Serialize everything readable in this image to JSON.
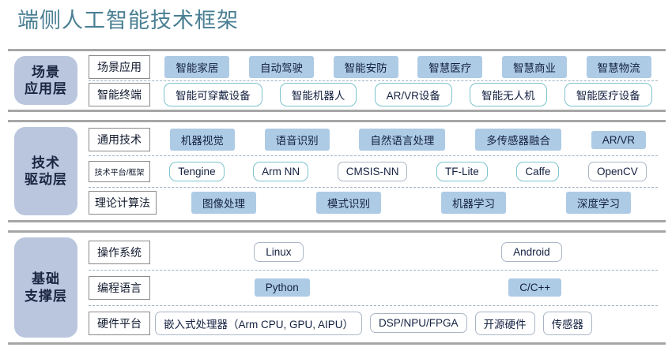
{
  "title": "端侧人工智能技术框架",
  "colors": {
    "title": "#4a7f93",
    "layer_label_bg": "#b9c6de",
    "filled_pill_bg": "#aecbe6",
    "teal_border": "#7cc3cd",
    "gray_border": "#aab6c6",
    "panel_rule": "#a6a6a6"
  },
  "layers": [
    {
      "name": "场景应用层",
      "line1": "场景",
      "line2": "应用层",
      "rows": [
        {
          "label": "场景应用",
          "style": "filled",
          "items": [
            "智能家居",
            "自动驾驶",
            "智能安防",
            "智慧医疗",
            "智慧商业",
            "智慧物流"
          ]
        },
        {
          "label": "智能终端",
          "style": "teal",
          "items": [
            "智能可穿戴设备",
            "智能机器人",
            "AR/VR设备",
            "智能无人机",
            "智能医疗设备"
          ]
        }
      ]
    },
    {
      "name": "技术驱动层",
      "line1": "技术",
      "line2": "驱动层",
      "rows": [
        {
          "label": "通用技术",
          "style": "filled",
          "items": [
            "机器视觉",
            "语音识别",
            "自然语言处理",
            "多传感器融合",
            "AR/VR"
          ]
        },
        {
          "label": "技术平台/框架",
          "style": "mixed",
          "items": [
            "Tengine",
            "Arm NN",
            "CMSIS-NN",
            "TF-Lite",
            "Caffe",
            "OpenCV"
          ],
          "item_styles": [
            "teal",
            "teal",
            "gray",
            "teal",
            "teal",
            "gray"
          ]
        },
        {
          "label": "理论计算法",
          "style": "filled",
          "items": [
            "图像处理",
            "模式识别",
            "机器学习",
            "深度学习"
          ]
        }
      ]
    },
    {
      "name": "基础支撑层",
      "line1": "基础",
      "line2": "支撑层",
      "rows": [
        {
          "label": "操作系统",
          "style": "gray",
          "items": [
            "Linux",
            "Android"
          ]
        },
        {
          "label": "编程语言",
          "style": "filled",
          "items": [
            "Python",
            "C/C++"
          ]
        },
        {
          "label": "硬件平台",
          "style": "mixed",
          "items": [
            "嵌入式处理器（Arm CPU, GPU, AIPU）",
            "DSP/NPU/FPGA",
            "开源硬件",
            "传感器"
          ],
          "item_styles": [
            "gray",
            "gray",
            "gray",
            "gray"
          ]
        }
      ]
    }
  ]
}
